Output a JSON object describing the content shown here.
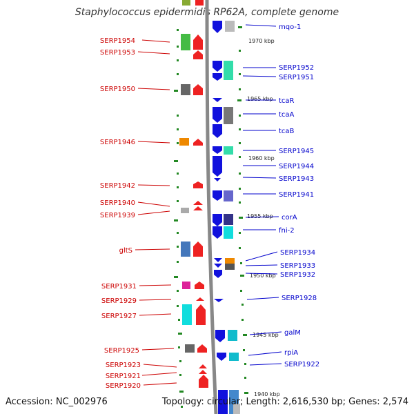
{
  "title": "Staphylococcus epidermidis RP62A, complete genome",
  "accession": "Accession: NC_002976",
  "topology": "Topology: circular; Length: 2,616,530 bp; Genes: 2,574",
  "colors": {
    "left_label": "#cc0000",
    "right_label": "#0000cc",
    "tick": "#228822",
    "backbone": "#888888"
  },
  "kbp_markers": [
    "1970 kbp",
    "1965 kbp",
    "1960 kbp",
    "1955 kbp",
    "1950 kbp",
    "1945 kbp",
    "1940 kbp"
  ],
  "left_genes": [
    "SERP1954",
    "SERP1953",
    "SERP1950",
    "SERP1946",
    "SERP1942",
    "SERP1940",
    "SERP1939",
    "gltS",
    "SERP1931",
    "SERP1929",
    "SERP1927",
    "SERP1925",
    "SERP1923",
    "SERP1921",
    "SERP1920"
  ],
  "right_genes": [
    "mqo-1",
    "SERP1952",
    "SERP1951",
    "tcaR",
    "tcaA",
    "tcaB",
    "SERP1945",
    "SERP1944",
    "SERP1943",
    "SERP1941",
    "corA",
    "fni-2",
    "SERP1934",
    "SERP1933",
    "SERP1932",
    "SERP1928",
    "galM",
    "rpiA",
    "SERP1922"
  ]
}
